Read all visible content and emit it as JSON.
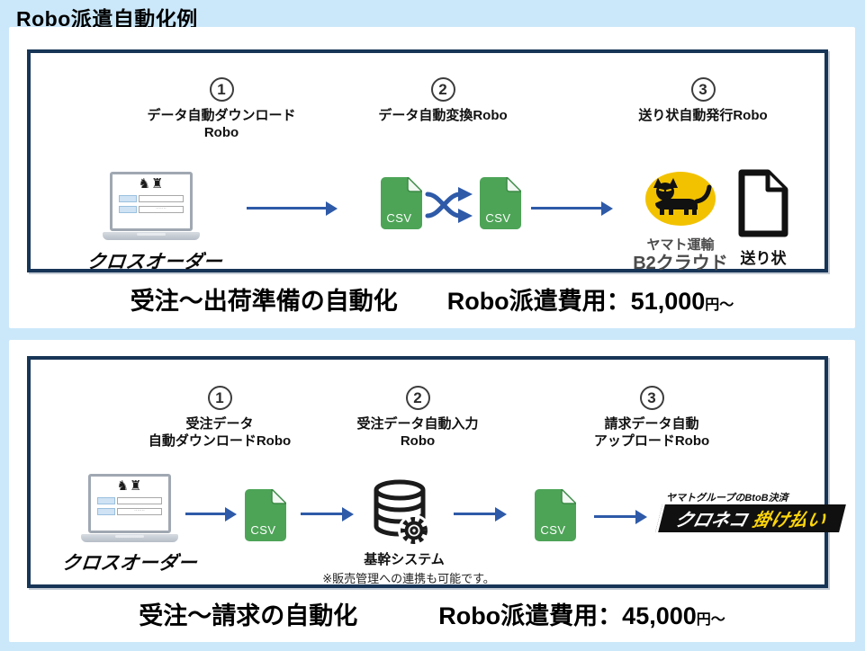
{
  "title": "Robo派遣自動化例",
  "colors": {
    "background": "#cbe8fa",
    "panel": "#ffffff",
    "flowbox_border": "#173557",
    "arrow_blue": "#2e5aa8",
    "csv_green": "#4da457",
    "yamato_yellow": "#f2c200",
    "kakebarai_yellow": "#ffd60a",
    "logo_gray_text": "#4b4b4b"
  },
  "icons": {
    "chess": "♞♜",
    "login_dots": "·······"
  },
  "panel1": {
    "step1": {
      "num": "1",
      "line1": "データ自動ダウンロード",
      "line2": "Robo"
    },
    "step2": {
      "num": "2",
      "line1": "データ自動変換Robo",
      "line2": ""
    },
    "step3": {
      "num": "3",
      "line1": "送り状自動発行Robo",
      "line2": ""
    },
    "laptop_label": "クロスオーダー",
    "csv_label": "CSV",
    "yamato_line1": "ヤマト運輸",
    "yamato_line2": "B2クラウド",
    "invoice_label": "送り状",
    "caption_left": "受注～出荷準備の自動化",
    "caption_right": "Robo派遣費用：51,000",
    "caption_suffix": "円～"
  },
  "panel2": {
    "step1": {
      "num": "1",
      "line1": "受注データ",
      "line2": "自動ダウンロードRobo"
    },
    "step2": {
      "num": "2",
      "line1": "受注データ自動入力",
      "line2": "Robo"
    },
    "step3": {
      "num": "3",
      "line1": "請求データ自動",
      "line2": "アップロードRobo"
    },
    "laptop_label": "クロスオーダー",
    "csv_label": "CSV",
    "system_label": "基幹システム",
    "system_note": "※販売管理への連携も可能です。",
    "kake_tagline": "ヤマトグループのBtoB決済",
    "kake_white": "クロネコ",
    "kake_yellow": "掛け払い",
    "caption_left": "受注～請求の自動化",
    "caption_right": "Robo派遣費用：45,000",
    "caption_suffix": "円～"
  }
}
